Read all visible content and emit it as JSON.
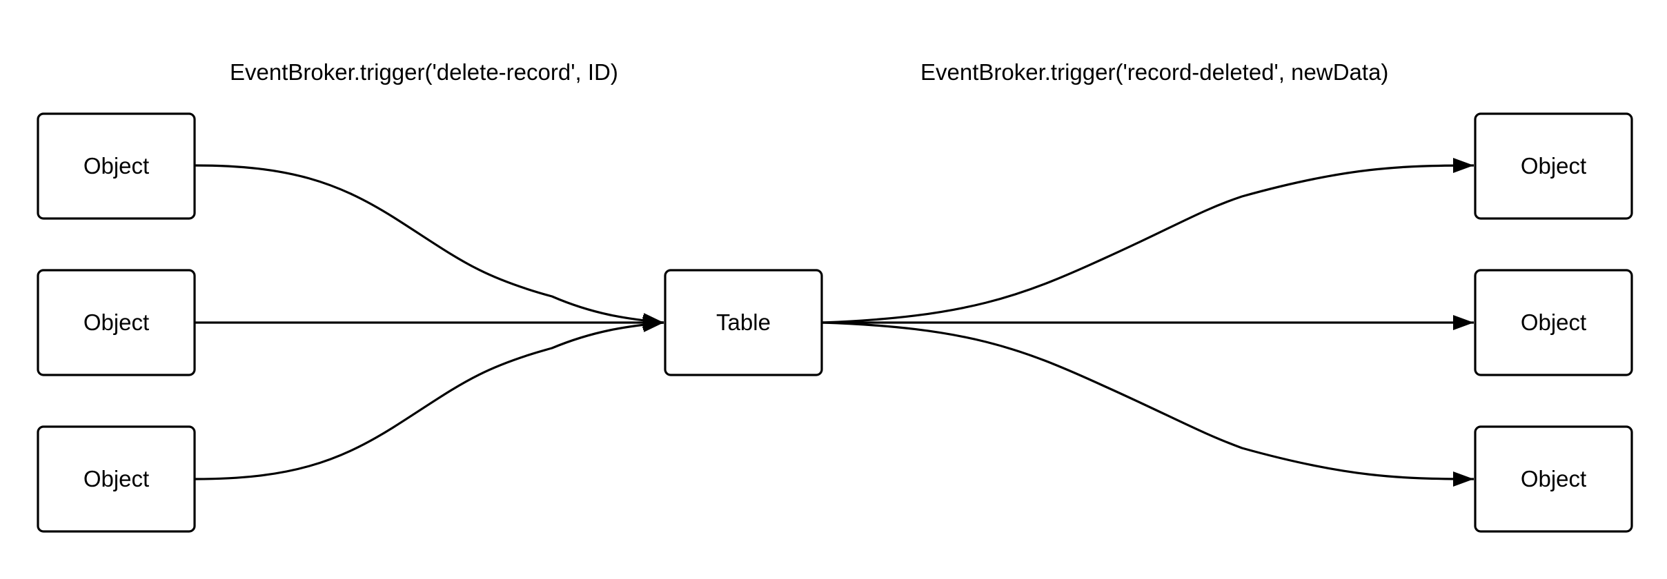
{
  "captions": {
    "left": "EventBroker.trigger('delete-record', ID)",
    "right": "EventBroker.trigger('record-deleted', newData)"
  },
  "nodes": {
    "source_top": "Object",
    "source_middle": "Object",
    "source_bottom": "Object",
    "center": "Table",
    "target_top": "Object",
    "target_middle": "Object",
    "target_bottom": "Object"
  },
  "colors": {
    "stroke": "#000000",
    "background": "#ffffff"
  }
}
